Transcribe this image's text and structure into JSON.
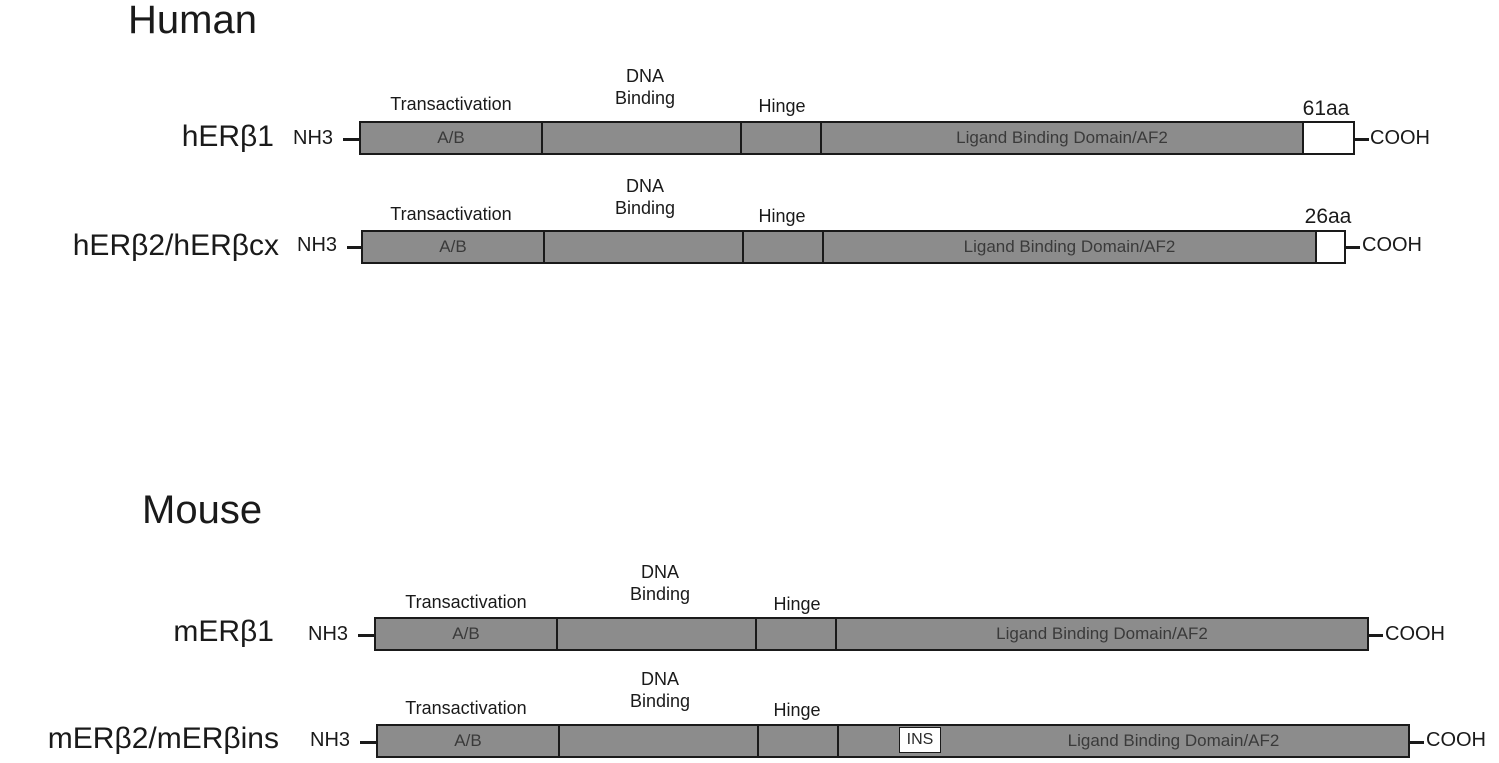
{
  "sections": {
    "human": {
      "title": "Human",
      "rows": [
        {
          "label": "hERβ1",
          "n_term": "NH3",
          "c_term": "COOH",
          "ab_label": "A/B",
          "lbd_label": "Ligand Binding Domain/AF2",
          "tail_label": "61aa",
          "headers": {
            "transactivation": "Transactivation",
            "dna_line1": "DNA",
            "dna_line2": "Binding",
            "hinge": "Hinge"
          }
        },
        {
          "label": "hERβ2/hERβcx",
          "n_term": "NH3",
          "c_term": "COOH",
          "ab_label": "A/B",
          "lbd_label": "Ligand Binding Domain/AF2",
          "tail_label": "26aa",
          "headers": {
            "transactivation": "Transactivation",
            "dna_line1": "DNA",
            "dna_line2": "Binding",
            "hinge": "Hinge"
          }
        }
      ]
    },
    "mouse": {
      "title": "Mouse",
      "rows": [
        {
          "label": "mERβ1",
          "n_term": "NH3",
          "c_term": "COOH",
          "ab_label": "A/B",
          "lbd_label": "Ligand Binding Domain/AF2",
          "headers": {
            "transactivation": "Transactivation",
            "dna_line1": "DNA",
            "dna_line2": "Binding",
            "hinge": "Hinge"
          }
        },
        {
          "label": "mERβ2/mERβins",
          "n_term": "NH3",
          "c_term": "COOH",
          "ab_label": "A/B",
          "lbd_label": "Ligand Binding Domain/AF2",
          "ins_label": "INS",
          "headers": {
            "transactivation": "Transactivation",
            "dna_line1": "DNA",
            "dna_line2": "Binding",
            "hinge": "Hinge"
          }
        }
      ]
    }
  },
  "colors": {
    "domain_fill": "#8c8c8c",
    "outline": "#1a1a1a",
    "tail_fill": "#ffffff"
  }
}
